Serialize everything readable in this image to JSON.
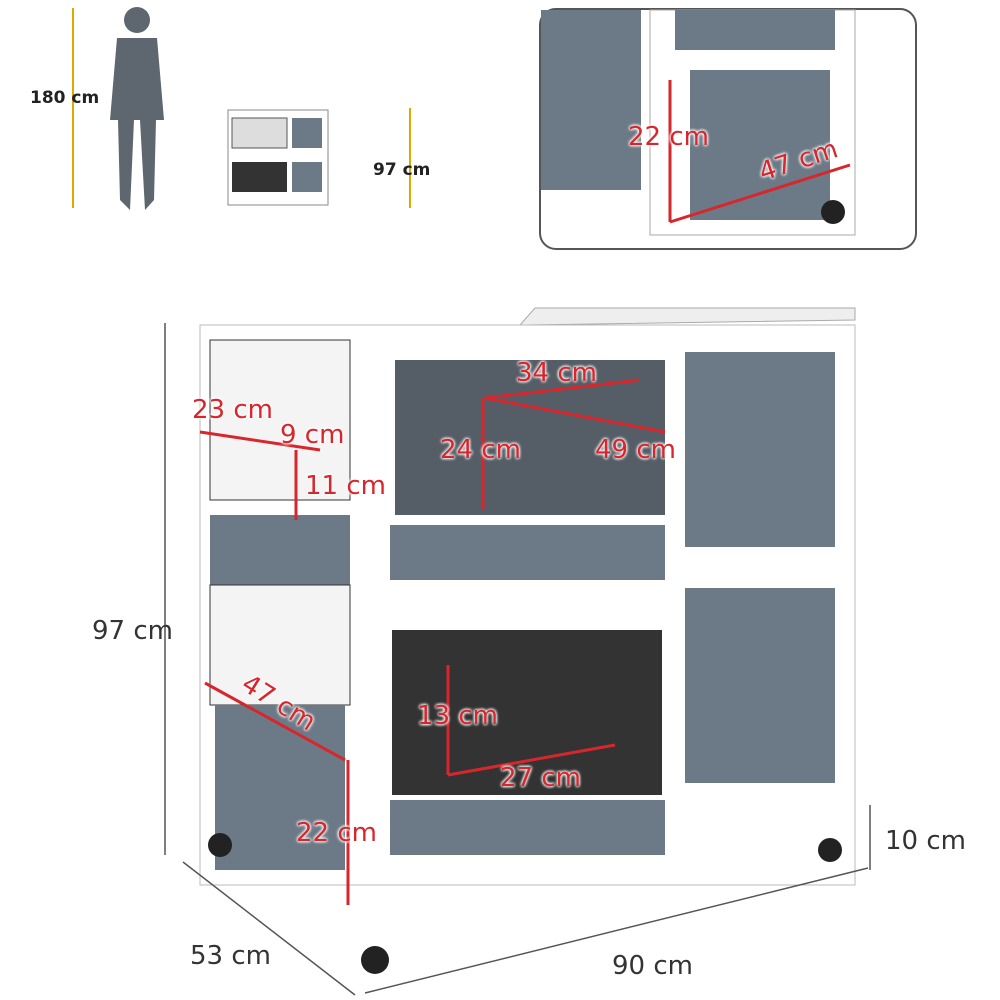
{
  "scale": {
    "person_height": "180 cm",
    "hutch_height": "97 cm"
  },
  "inset": {
    "door_height": "22 cm",
    "door_width": "47 cm"
  },
  "upper": {
    "ramp_top_width": "34 cm",
    "feeder_width": "23 cm",
    "feeder_depth": "9 cm",
    "feeder_height": "11 cm",
    "opening_height": "24 cm",
    "ramp_length": "49 cm"
  },
  "lower": {
    "side_width": "47 cm",
    "side_height": "22 cm",
    "opening_height": "13 cm",
    "opening_width": "27 cm"
  },
  "overall": {
    "height": "97 cm",
    "ground_clearance": "10 cm",
    "depth": "53 cm",
    "width": "90 cm"
  },
  "colors": {
    "accent": "#d8262d",
    "panel": "#6c7a87",
    "frame": "#ffffff",
    "guide": "#e0a800"
  }
}
